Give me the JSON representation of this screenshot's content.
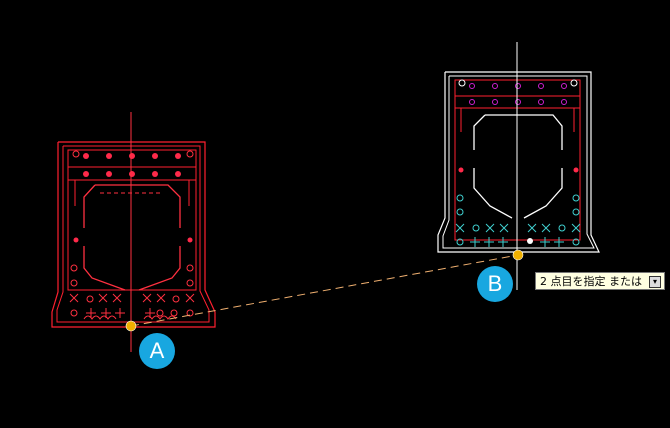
{
  "labels": {
    "a": "A",
    "b": "B"
  },
  "prompt": {
    "text": "2 点目を指定 または",
    "icon": "keyboard-down-icon"
  },
  "colors": {
    "background": "#000000",
    "selected_outline": "#ff0000",
    "unselected_outline": "#ffffff",
    "rebar_selected": "#ff2a4a",
    "rebar_top_unselected": "#d020d0",
    "rebar_bottom_unselected": "#40d0d0",
    "snap_marker": "#f0b000",
    "rubber_band": "#f0b070",
    "badge": "#18a7e0"
  }
}
